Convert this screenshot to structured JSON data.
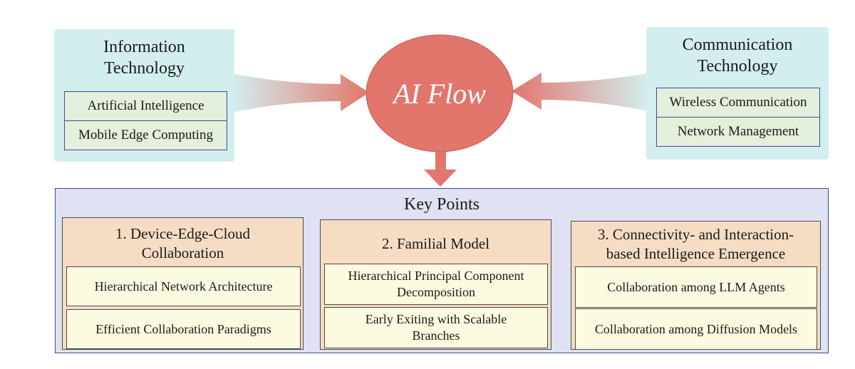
{
  "center": {
    "label": "AI Flow"
  },
  "info_tech": {
    "title_line1": "Information",
    "title_line2": "Technology",
    "items": [
      "Artificial Intelligence",
      "Mobile Edge Computing"
    ]
  },
  "comm_tech": {
    "title_line1": "Communication",
    "title_line2": "Technology",
    "items": [
      "Wireless Communication",
      "Network Management"
    ]
  },
  "key_points": {
    "title": "Key Points",
    "columns": [
      {
        "title_line1": "1. Device-Edge-Cloud",
        "title_line2": "Collaboration",
        "points": [
          {
            "text": "Hierarchical Network Architecture"
          },
          {
            "text": "Efficient Collaboration Paradigms"
          }
        ]
      },
      {
        "title_line1": "2. Familial Model",
        "points": [
          {
            "line1": "Hierarchical Principal Component",
            "line2": "Decomposition"
          },
          {
            "line1": "Early Exiting with Scalable",
            "line2": "Branches"
          }
        ]
      },
      {
        "title_line1": "3. Connectivity- and Interaction-",
        "title_line2": "based Intelligence Emergence",
        "points": [
          {
            "text": "Collaboration among LLM Agents"
          },
          {
            "text": "Collaboration among Diffusion Models"
          }
        ]
      }
    ]
  },
  "colors": {
    "tech_panel_bg": "#d3eeee",
    "sub_item_bg": "#e4efdc",
    "ellipse_fill": "#e2766c",
    "arrow_fill": "#e2766c",
    "key_panel_bg": "#dfe2f2",
    "column_bg": "#f6dcc3",
    "point_bg": "#fcfbe0",
    "border_blue": "#3f4f8c"
  }
}
